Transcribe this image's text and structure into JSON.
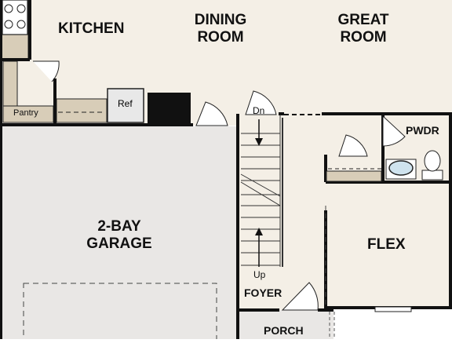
{
  "rooms": {
    "kitchen": "KITCHEN",
    "dining": [
      "DINING",
      "ROOM"
    ],
    "great": [
      "GREAT",
      "ROOM"
    ],
    "garage": [
      "2-BAY",
      "GARAGE"
    ],
    "flex": "FLEX",
    "pwdr": "PWDR",
    "foyer": "FOYER",
    "porch": "PORCH",
    "pantry": "Pantry"
  },
  "fixtures": {
    "ref": "Ref"
  },
  "stairs": {
    "down": "Dn",
    "up": "Up"
  },
  "colors": {
    "floor": "#f4efe6",
    "garage": "#e9e7e5",
    "counter": "#d8cdb8",
    "wall": "#111111",
    "appliance_dark": "#111111"
  }
}
